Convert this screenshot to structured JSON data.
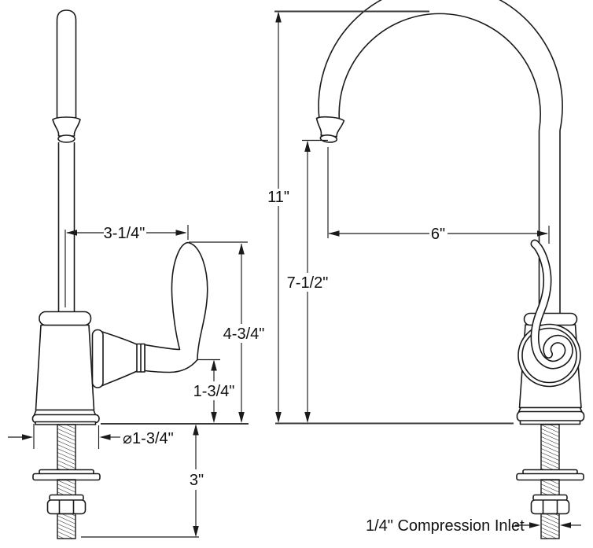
{
  "drawing": {
    "kind": "faucet-dimension-diagram",
    "views": {
      "side_view": "faucet side elevation",
      "front_view": "faucet front elevation with gooseneck spout"
    }
  },
  "dims": {
    "handle_offset": "3-1/4\"",
    "handle_height": "4-3/4\"",
    "hub_height": "1-3/4\"",
    "base_diameter": "⌀1-3/4\"",
    "shank_length": "3\"",
    "overall_height": "11\"",
    "outlet_height": "7-1/2\"",
    "spout_reach": "6\"",
    "inlet_note": "1/4\" Compression Inlet"
  },
  "colors": {
    "line": "#1a1a1a",
    "background": "#ffffff",
    "text": "#111111"
  }
}
